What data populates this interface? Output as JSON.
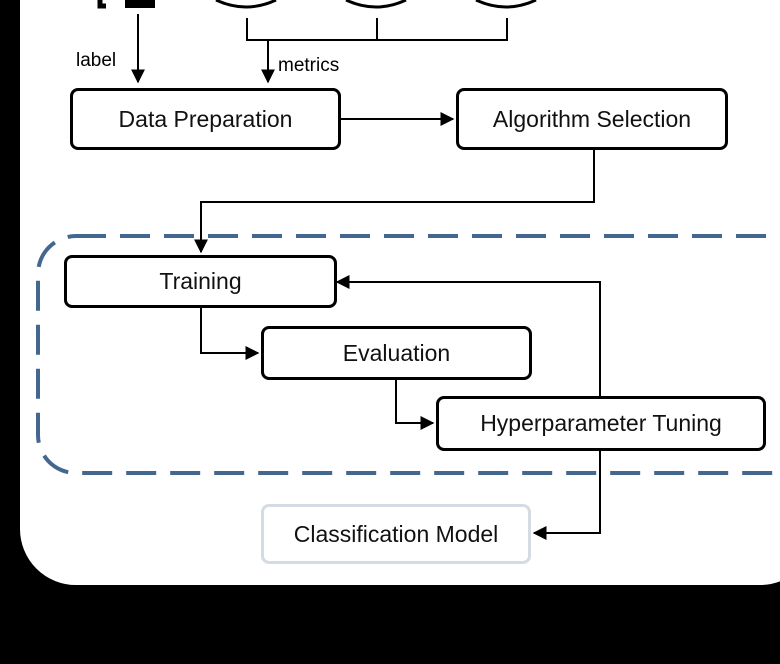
{
  "diagram": {
    "inputs": {
      "label_text": "label",
      "metrics_text": "metrics"
    },
    "nodes": {
      "data_preparation": "Data Preparation",
      "algorithm_selection": "Algorithm Selection",
      "training": "Training",
      "evaluation": "Evaluation",
      "hyperparameter_tuning": "Hyperparameter Tuning",
      "classification_model": "Classification Model"
    },
    "colors": {
      "loop_dash": "#44678f",
      "output_border": "#d4dbe3",
      "line": "#000000",
      "background": "#000000"
    }
  }
}
